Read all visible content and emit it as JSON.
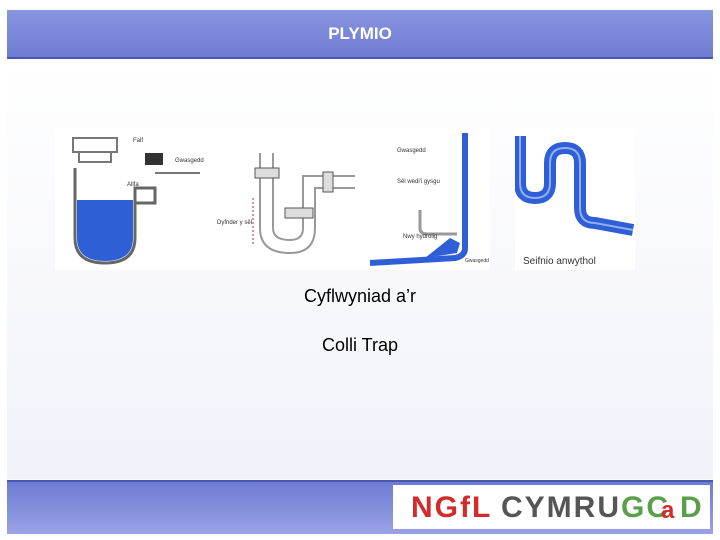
{
  "header": {
    "title": "PLYMIO"
  },
  "diagrams": [
    {
      "name": "trap-cross-section",
      "labels": [
        "Falf",
        "Gwasgedd",
        "Allfa"
      ]
    },
    {
      "name": "p-trap",
      "labels": [
        "Dyfnder y sêl"
      ]
    },
    {
      "name": "siphonage",
      "labels": [
        "Gwasgedd",
        "Sêl wedi'i gysgu",
        "Nwy hydrolig",
        "Gwasgedd"
      ]
    },
    {
      "name": "s-trap",
      "labels": [
        "Seifnio anwythol"
      ]
    }
  ],
  "captions": {
    "line1": "Cyflwyniad a’r",
    "line2": "Colli Trap"
  },
  "footer": {
    "logo_ngfl": "NGfL",
    "logo_cymru": "CYMRU",
    "logo_gc": "GC",
    "logo_a": "a",
    "logo_d": "D"
  },
  "colors": {
    "header": "#7b88d8",
    "water": "#2f5fd6",
    "logo_red": "#d42a2a",
    "logo_green": "#5aa04a",
    "logo_grey": "#555555"
  }
}
